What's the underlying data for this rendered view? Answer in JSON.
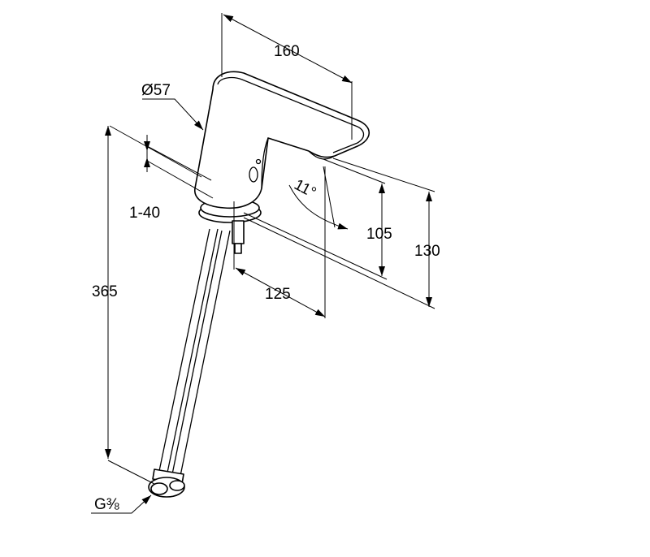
{
  "drawing": {
    "dimensions": {
      "width_top": "160",
      "diameter": "Ø57",
      "thickness_range": "1-40",
      "angle": "11°",
      "spout_height": "105",
      "total_height": "130",
      "reach": "125",
      "hose_length": "365",
      "thread": "G⅜"
    }
  }
}
